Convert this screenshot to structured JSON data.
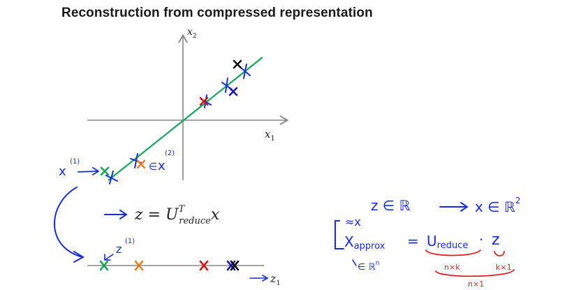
{
  "slide": {
    "title": "Reconstruction from compressed representation"
  },
  "main_plot": {
    "x_axis_label": "x",
    "x_axis_subscript": "1",
    "y_axis_label": "x",
    "y_axis_subscript": "2"
  },
  "bottom_axis": {
    "label": "z",
    "subscript": "1"
  },
  "equation": {
    "arrow": "→",
    "lhs": "z = U",
    "superscript": "T",
    "subscript": "reduce",
    "rhs_var": "x"
  },
  "annotations": {
    "x1_label": "x",
    "x1_superscript": "(1)",
    "x2_label": "x",
    "x2_superscript": "(2)",
    "z1_label": "z",
    "z1_superscript": "(1)",
    "z_in_r": "z ∈ ℝ",
    "x_in_r2": "x ∈ ℝ",
    "x_in_r2_sup": "2",
    "approx_prefix": "≈x",
    "x_approx": "X",
    "x_approx_sub": "approx",
    "equals": "=",
    "u_reduce": "U",
    "u_reduce_sub": "reduce",
    "dot": "·",
    "z_var": "z",
    "in_rn": "∈ ℝ",
    "in_rn_sup": "n",
    "n_by_k": "n×k",
    "k_by_1": "k×1",
    "n_by_1": "n×1"
  },
  "colors": {
    "line_green": "#1aa35a",
    "blue": "#1a2fd0",
    "black": "#111111",
    "red": "#cc1818",
    "orange": "#e07a1a",
    "hand_blue": "#1a2fd0",
    "hand_red": "#d82020",
    "axis": "#888888"
  }
}
